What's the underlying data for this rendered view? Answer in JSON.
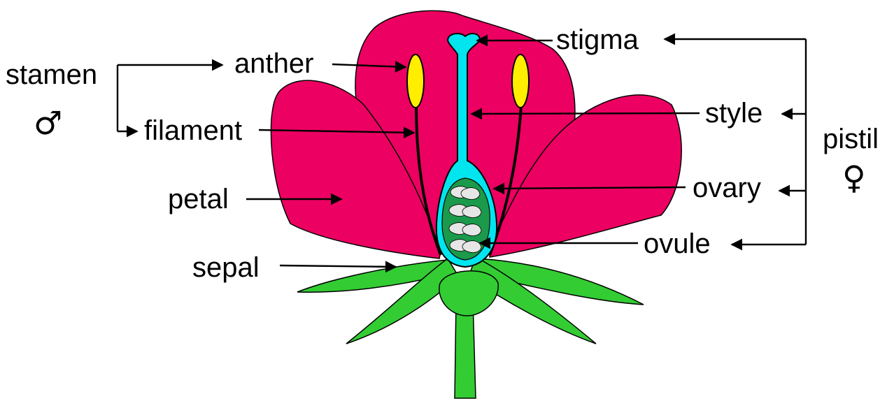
{
  "colors": {
    "petal": "#ec0061",
    "sepal": "#33cc33",
    "style": "#00e5ee",
    "ovary_inner": "#1a9a4a",
    "ovule": "#e6e6e6",
    "anther": "#ffee00",
    "outline": "#000000"
  },
  "groups": {
    "stamen": {
      "label": "stamen",
      "symbol": "♂"
    },
    "pistil": {
      "label": "pistil",
      "symbol": "♀"
    }
  },
  "labels": {
    "anther": "anther",
    "filament": "filament",
    "petal": "petal",
    "sepal": "sepal",
    "stigma": "stigma",
    "style": "style",
    "ovary": "ovary",
    "ovule": "ovule"
  }
}
